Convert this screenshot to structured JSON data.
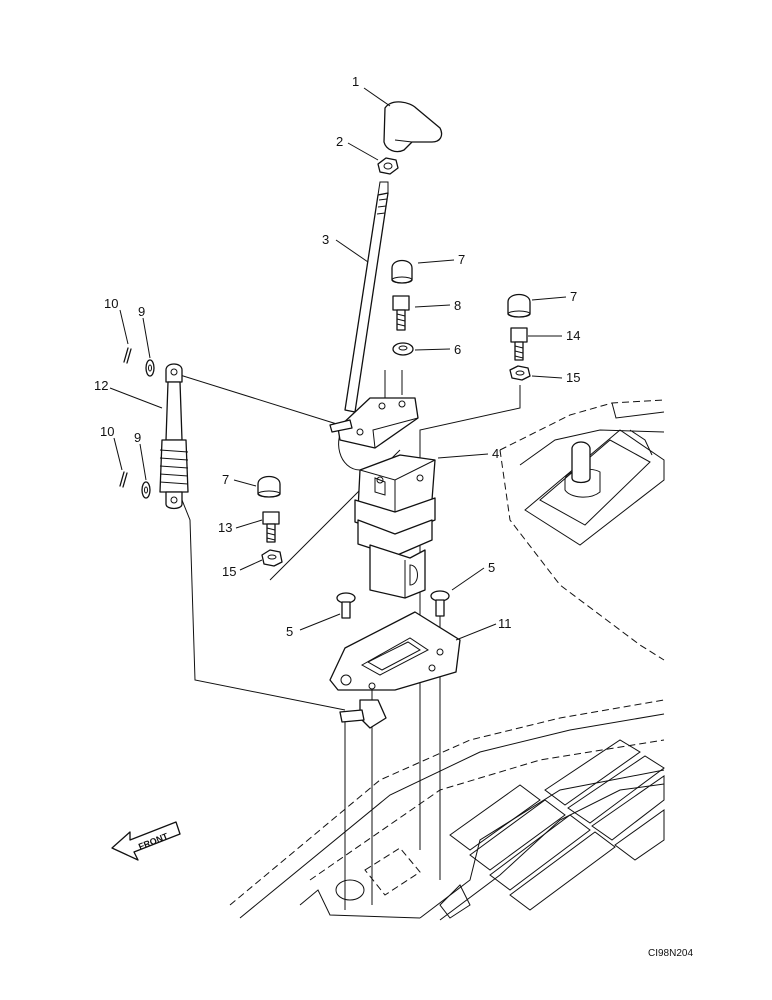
{
  "callouts": [
    {
      "id": "c1",
      "label": "1"
    },
    {
      "id": "c2",
      "label": "2"
    },
    {
      "id": "c3",
      "label": "3"
    },
    {
      "id": "c4",
      "label": "4"
    },
    {
      "id": "c5a",
      "label": "5"
    },
    {
      "id": "c5b",
      "label": "5"
    },
    {
      "id": "c6",
      "label": "6"
    },
    {
      "id": "c7a",
      "label": "7"
    },
    {
      "id": "c7b",
      "label": "7"
    },
    {
      "id": "c7c",
      "label": "7"
    },
    {
      "id": "c8",
      "label": "8"
    },
    {
      "id": "c9a",
      "label": "9"
    },
    {
      "id": "c9b",
      "label": "9"
    },
    {
      "id": "c10a",
      "label": "10"
    },
    {
      "id": "c10b",
      "label": "10"
    },
    {
      "id": "c11",
      "label": "11"
    },
    {
      "id": "c12",
      "label": "12"
    },
    {
      "id": "c13",
      "label": "13"
    },
    {
      "id": "c14",
      "label": "14"
    },
    {
      "id": "c15a",
      "label": "15"
    },
    {
      "id": "c15b",
      "label": "15"
    }
  ],
  "front_label": "FRONT",
  "drawing_code": "CI98N204"
}
